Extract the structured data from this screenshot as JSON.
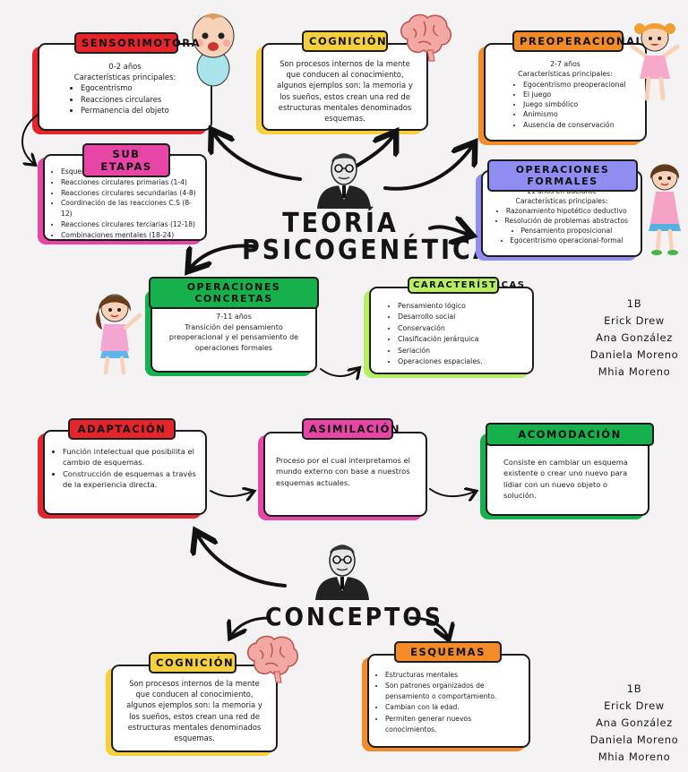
{
  "colors": {
    "red": "#e5242b",
    "yellow": "#f4d03f",
    "orange": "#f28c28",
    "pink": "#e846a6",
    "lavender": "#8f8cf2",
    "green": "#16b04d",
    "lime": "#b8ef62"
  },
  "title": {
    "line1": "TEORÍA",
    "line2": "PSICOGENÉTICA"
  },
  "sensorimotora": {
    "label": "SENSORIMOTORA",
    "age": "0-2 años",
    "intro": "Características principales:",
    "items": [
      "Egocentrismo",
      "Reacciones circulares",
      "Permanencia del objeto"
    ]
  },
  "cognicion_top": {
    "label": "COGNICIÓN",
    "text": "Son procesos internos de la mente que conducen al conocimiento, algunos ejemplos son: la memoria y los sueños, estos crean una red de estructuras mentales denominados esquemas."
  },
  "preoperacional": {
    "label": "PREOPERACIONAL",
    "age": "2-7 años",
    "intro": "Características principales:",
    "items": [
      "Egocentrismo preoperacional",
      "El juego",
      "Juego simbólico",
      "Animismo",
      "Ausencia de conservación"
    ]
  },
  "subetapas": {
    "label": "SUB ETAPAS",
    "items": [
      "Esquemas reflejos (0-1 mes)",
      "Reacciones circulares primarias (1-4)",
      "Reacciones circulares secundarias (4-8)",
      "Coordinación de las reacciones C.S (8-12)",
      "Reacciones circulares terciarias (12-18)",
      "Combinaciones mentales (18-24)"
    ]
  },
  "formales": {
    "label": "OPERACIONES FORMALES",
    "age": "11 años en adelante",
    "intro": "Características principales:",
    "items": [
      "Razonamiento hipotético deductivo",
      "Resolución de problemas abstractos",
      "Pensamiento proposicional",
      "Egocentrismo operacional-formal"
    ]
  },
  "concretas": {
    "label": "OPERACIONES CONCRETAS",
    "age": "7-11 años",
    "text": "Transición del pensamiento preoperacional y el pensamiento de operaciones formales"
  },
  "caracteristicas": {
    "label": "CARACTERÍSTICAS",
    "items": [
      "Pensamiento lógico",
      "Desarrollo social",
      "Conservación",
      "Clasificación jerárquica",
      "Seriación",
      "Operaciones espaciales."
    ]
  },
  "authors": {
    "group": "1B",
    "names": [
      "Erick Drew",
      "Ana González",
      "Daniela Moreno",
      "Mhia Moreno"
    ]
  },
  "conceptos_title": "CONCEPTOS",
  "adaptacion": {
    "label": "ADAPTACIÓN",
    "items": [
      "Función intelectual que posibilita el cambio de esquemas.",
      "Construcción de esquemas a través de la experiencia directa."
    ]
  },
  "asimilacion": {
    "label": "ASIMILACIÓN",
    "text": "Proceso por el cual interpretamos el mundo externo con base a nuestros esquemas actuales."
  },
  "acomodacion": {
    "label": "ACOMODACIÓN",
    "text": "Consiste en cambiar un esquema existente o crear uno nuevo para lidiar con un nuevo objeto o solución."
  },
  "cognicion_bottom": {
    "label": "COGNICIÓN",
    "text": "Son procesos internos de la mente que conducen al conocimiento, algunos ejemplos son: la memoria y los sueños, estos crean una red de estructuras mentales denominados esquemas."
  },
  "esquemas": {
    "label": "ESQUEMAS",
    "items": [
      "Estructuras mentales",
      "Son patrones organizados de pensamiento o comportamiento.",
      "Cambian con la edad.",
      "Permiten generar nuevos conocimientos."
    ]
  },
  "icons": [
    "baby-icon",
    "brain-icon",
    "girl-icon",
    "piaget-portrait-icon",
    "arrow-icon"
  ]
}
